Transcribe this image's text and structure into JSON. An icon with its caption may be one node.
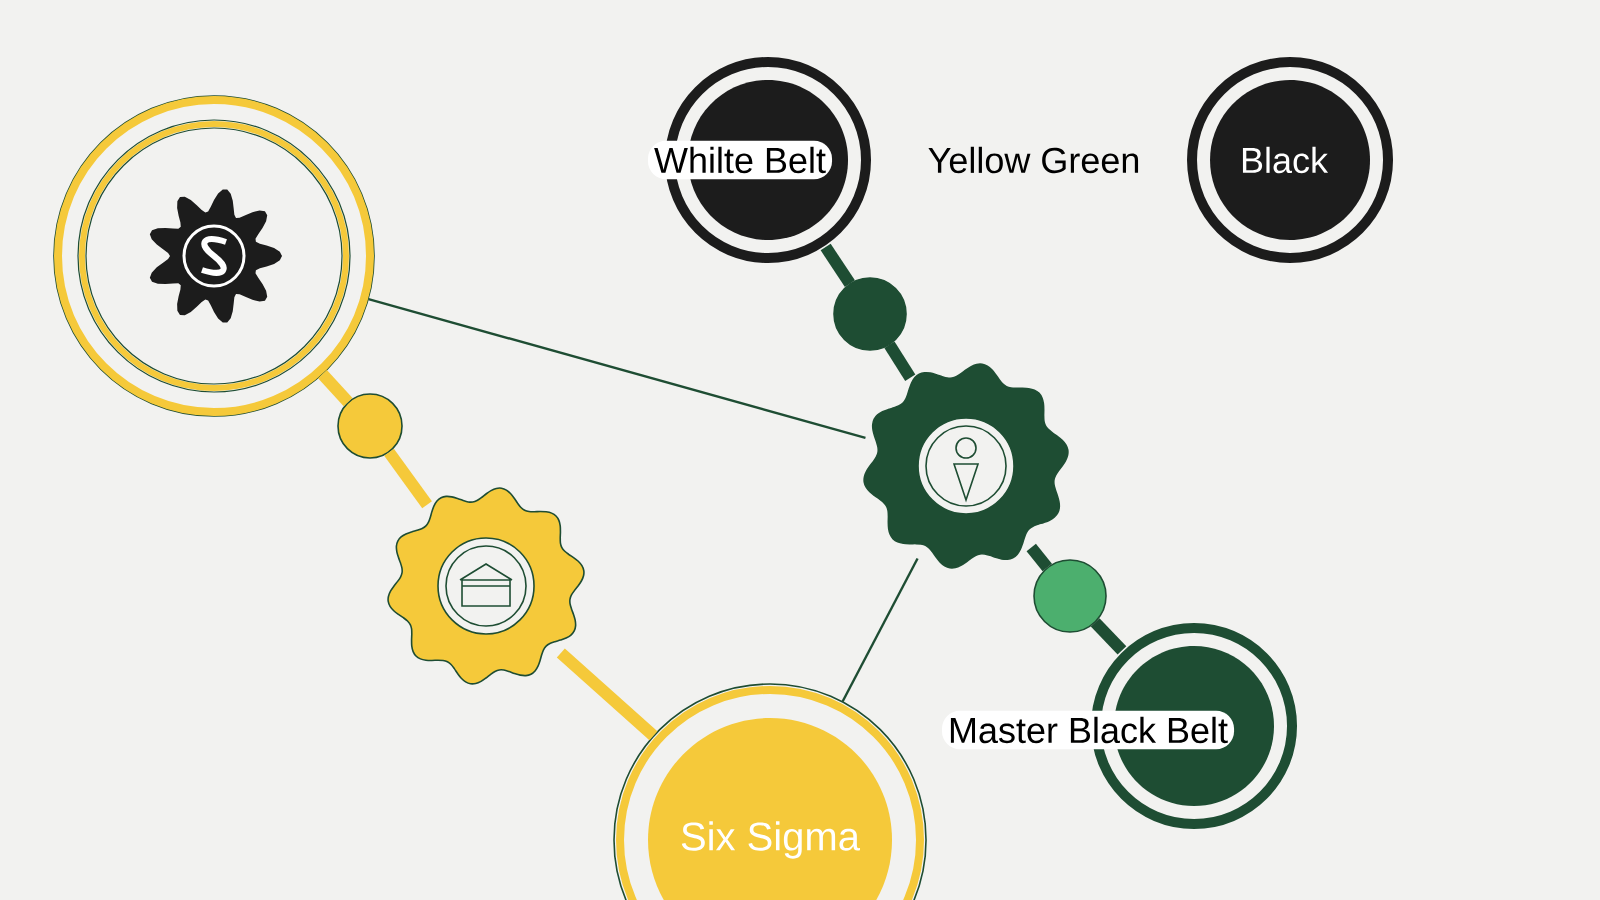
{
  "diagram": {
    "nodes": [
      {
        "text": [],
        "shape": "circle"
      },
      {
        "text": [],
        "shape": "circle"
      },
      {
        "text": [],
        "shape": "flower"
      },
      {
        "text": [
          "Six Sigma"
        ]
      },
      {
        "text": [
          "Whilte Belt"
        ]
      },
      {
        "text": [],
        "shape": "circle"
      },
      {
        "text": [],
        "shape": "flower"
      },
      {
        "text": [],
        "shape": "circle"
      },
      {
        "text": [
          "Master Black Belt"
        ]
      },
      {
        "text": [
          "Black"
        ],
        "beside": [
          "Yellow Green"
        ]
      }
    ],
    "edges": [
      {
        "from": 0,
        "to": 1,
        "arrow": "none",
        "color": "#f5c93a"
      },
      {
        "from": 1,
        "to": 2,
        "arrow": "none",
        "color": "#f5c93a"
      },
      {
        "from": 2,
        "to": 3,
        "arrow": "none",
        "color": "#f5c93a"
      },
      {
        "from": 4,
        "to": 5,
        "arrow": "none"
      },
      {
        "from": 5,
        "to": 6,
        "arrow": "none"
      },
      {
        "from": 6,
        "to": 7,
        "arrow": "none"
      },
      {
        "from": 7,
        "to": 8,
        "arrow": "none"
      },
      {
        "from": 0,
        "to": 6,
        "arrow": "none"
      },
      {
        "from": 3,
        "to": 6,
        "arrow": "none"
      }
    ]
  }
}
